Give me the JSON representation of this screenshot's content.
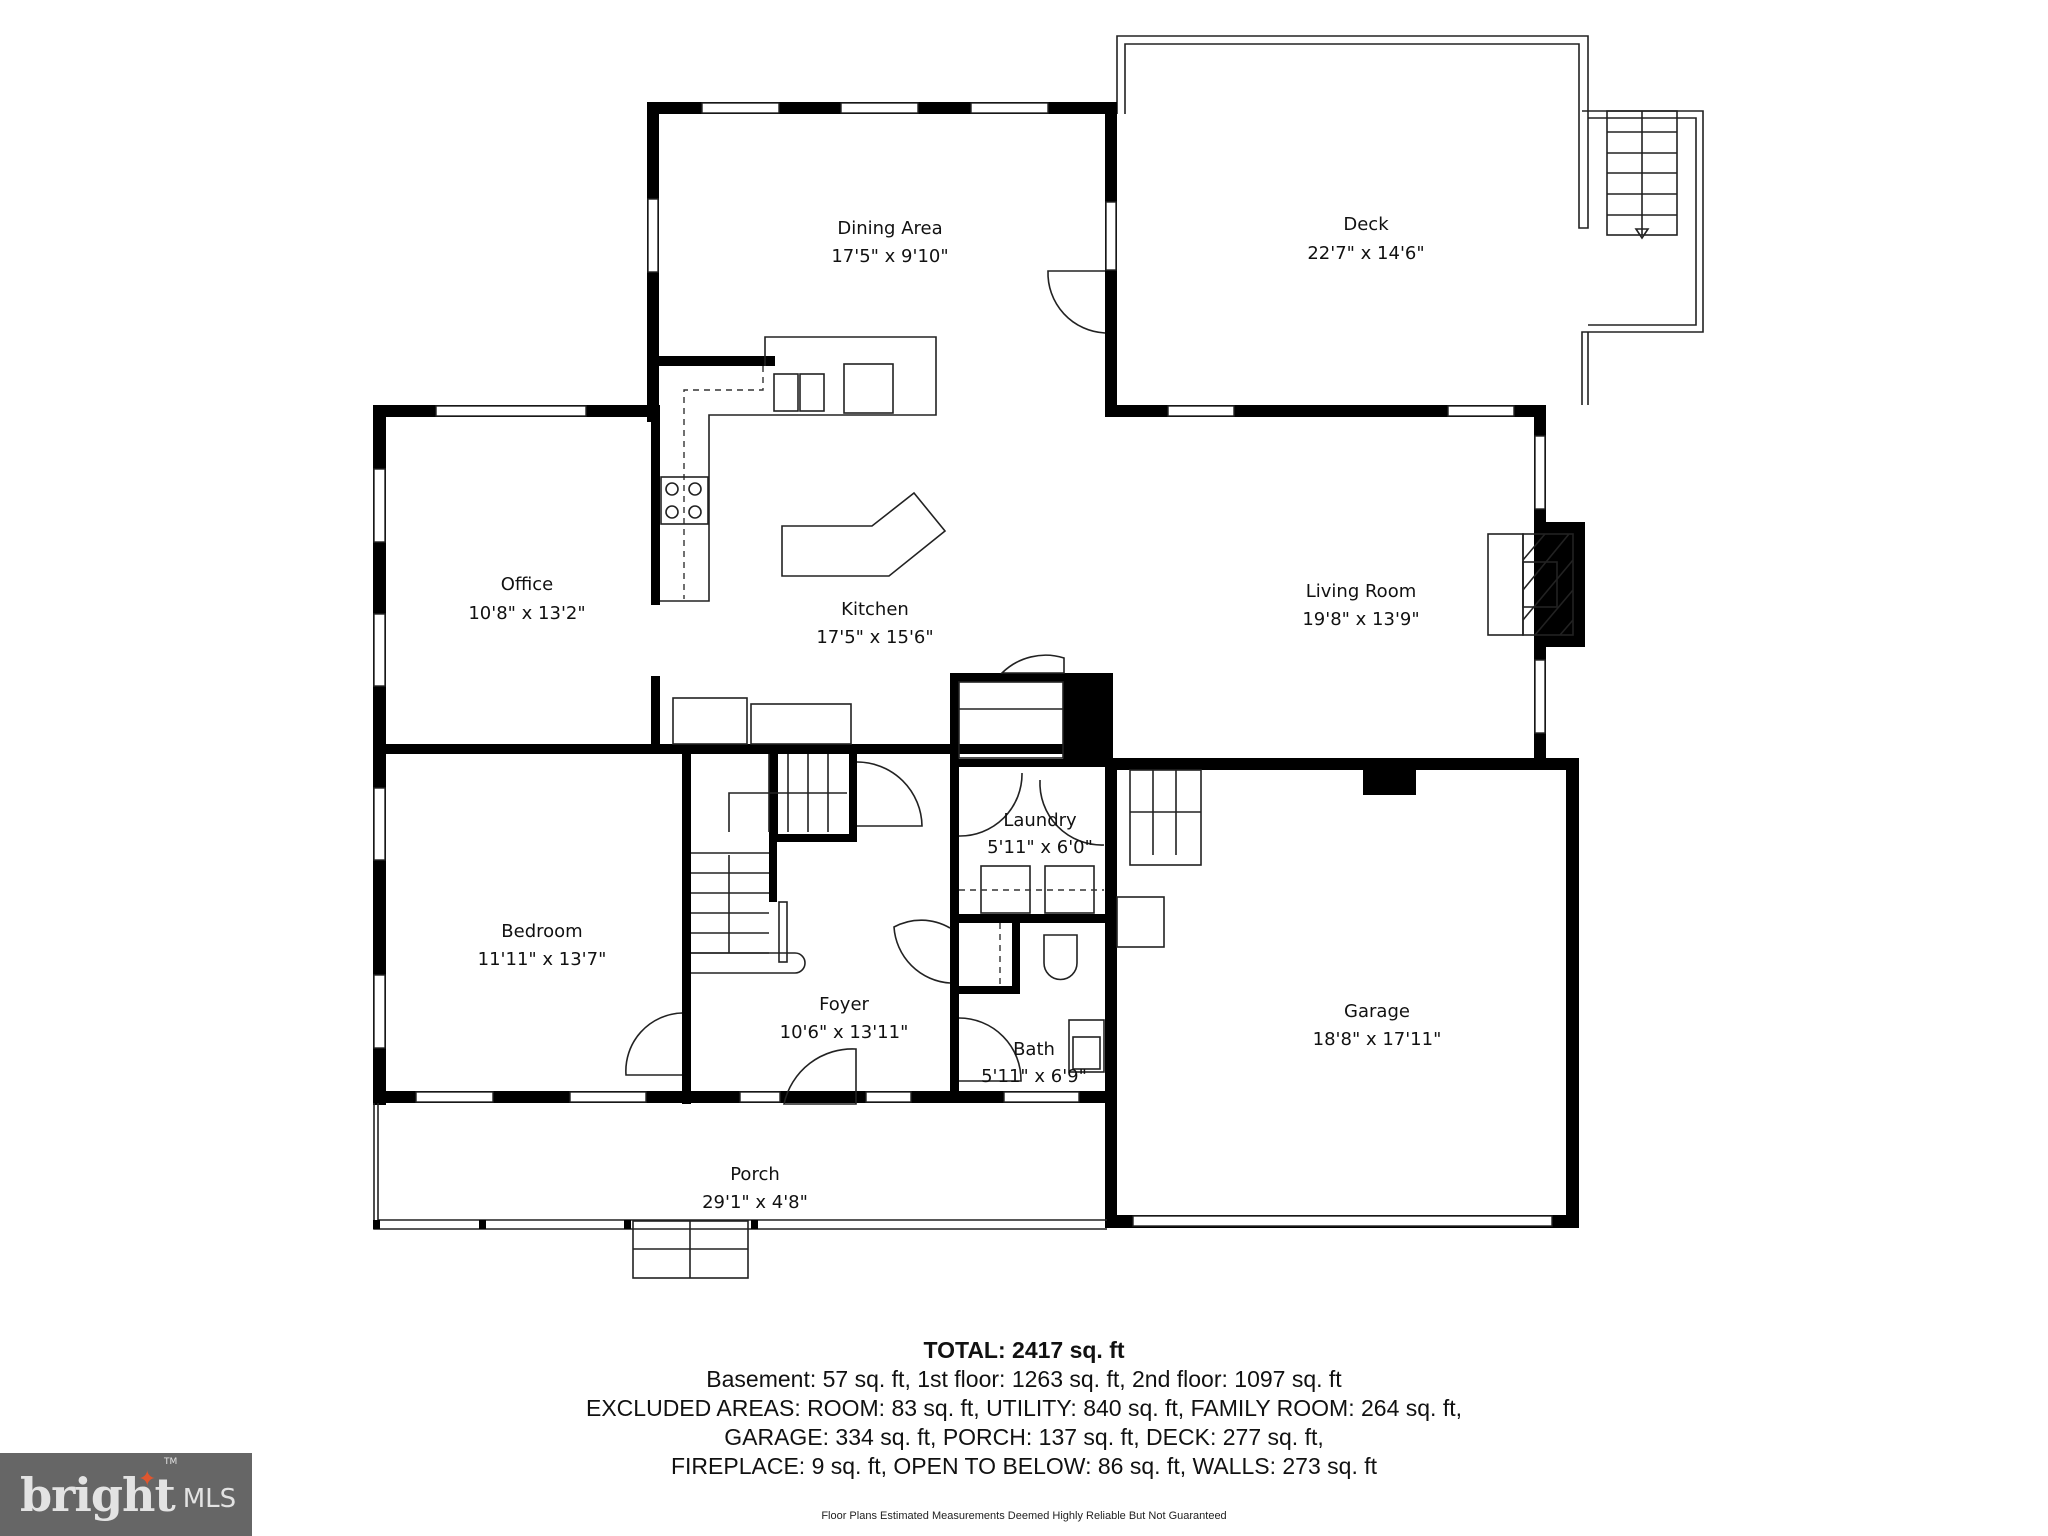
{
  "rooms": {
    "dining": {
      "name": "Dining Area",
      "dims": "17'5\" x 9'10\""
    },
    "deck": {
      "name": "Deck",
      "dims": "22'7\" x 14'6\""
    },
    "office": {
      "name": "Office",
      "dims": "10'8\" x 13'2\""
    },
    "kitchen": {
      "name": "Kitchen",
      "dims": "17'5\" x 15'6\""
    },
    "living": {
      "name": "Living Room",
      "dims": "19'8\" x 13'9\""
    },
    "laundry": {
      "name": "Laundry",
      "dims": "5'11\" x 6'0\""
    },
    "bedroom": {
      "name": "Bedroom",
      "dims": "11'11\" x 13'7\""
    },
    "foyer": {
      "name": "Foyer",
      "dims": "10'6\" x 13'11\""
    },
    "bath": {
      "name": "Bath",
      "dims": "5'11\" x 6'9\""
    },
    "garage": {
      "name": "Garage",
      "dims": "18'8\" x 17'11\""
    },
    "porch": {
      "name": "Porch",
      "dims": "29'1\" x 4'8\""
    }
  },
  "summary": {
    "total": "TOTAL: 2417 sq. ft",
    "lines": [
      "Basement: 57 sq. ft, 1st floor: 1263 sq. ft, 2nd floor: 1097 sq. ft",
      "EXCLUDED AREAS: ROOM: 83 sq. ft, UTILITY: 840 sq. ft, FAMILY ROOM: 264 sq. ft,",
      "GARAGE: 334 sq. ft, PORCH: 137 sq. ft, DECK: 277 sq. ft,",
      "FIREPLACE: 9 sq. ft, OPEN TO BELOW: 86 sq. ft, WALLS: 273 sq. ft"
    ]
  },
  "disclaimer": "Floor Plans Estimated Measurements Deemed Highly Reliable But Not Guaranteed",
  "logo": {
    "brand": "bright",
    "suffix": "MLS",
    "tm": "TM",
    "accent_color": "#e0562e",
    "background": "#666666"
  }
}
